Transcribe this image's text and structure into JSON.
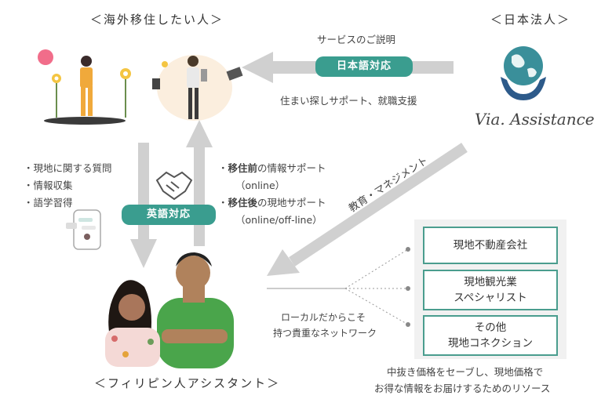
{
  "titles": {
    "overseas": "＜海外移住したい人＞",
    "company": "＜日本法人＞",
    "assistant": "＜フィリピン人アシスタント＞"
  },
  "company": {
    "brand": "Via. Assistance"
  },
  "top_flow": {
    "service_text": "サービスのご説明",
    "language_badge": "日本語対応",
    "support_text": "住まい探しサポート、就職支援"
  },
  "left_list": [
    "・現地に関する質問",
    "・情報収集",
    "・語学習得"
  ],
  "middle": {
    "language_badge": "英語対応",
    "pre_bold": "移住前",
    "pre_rest": "の情報サポート",
    "pre_mode": "（online）",
    "post_bold": "移住後",
    "post_rest": "の現地サポート",
    "post_mode": "（online/off-line）"
  },
  "diagonal_label": "教育・マネジメント",
  "network": {
    "caption_1": "ローカルだからこそ",
    "caption_2": "持つ貴重なネットワーク",
    "boxes": [
      {
        "line1": "現地不動産会社",
        "line2": ""
      },
      {
        "line1": "現地観光業",
        "line2": "スペシャリスト"
      },
      {
        "line1": "その他",
        "line2": "現地コネクション"
      }
    ]
  },
  "footer": {
    "line1": "中抜き価格をセーブし、現地価格で",
    "line2": "お得な情報をお届けするためのリソース"
  },
  "colors": {
    "accent": "#3a9d8f",
    "arrow": "#d0d0d0",
    "box_border": "#4a9d8e"
  }
}
